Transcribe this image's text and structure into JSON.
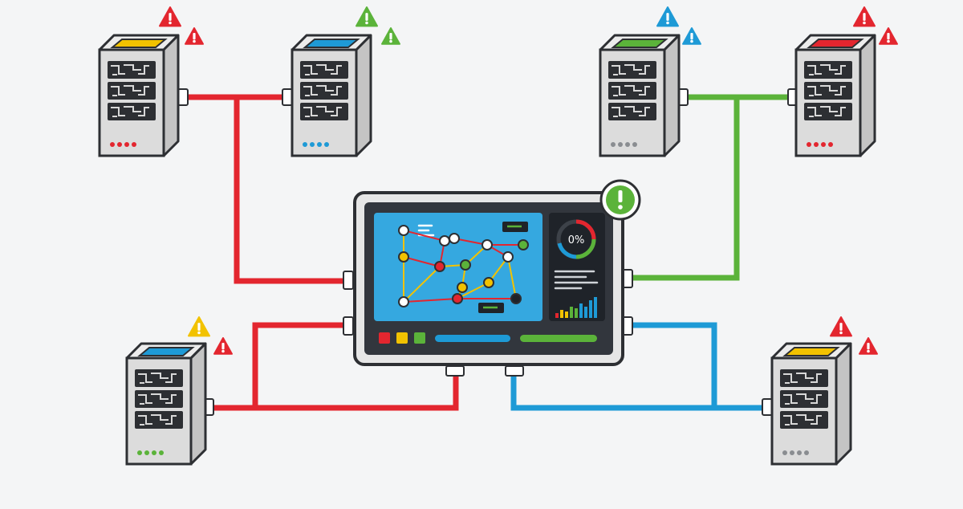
{
  "colors": {
    "background": "#f4f5f6",
    "outline": "#2d2f33",
    "server_body": "#dcdcdc",
    "server_side": "#c4c4c4",
    "red": "#e3262f",
    "green": "#5bb33a",
    "blue": "#1e9ad6",
    "yellow": "#f2c200",
    "screen_bg": "#32363d",
    "panel_blue": "#35a8e0",
    "panel_dark": "#1f2329"
  },
  "monitor": {
    "gauge_text": "0%",
    "badge_icon": "exclamation-icon",
    "badge_color": "green",
    "buttons": [
      "red",
      "yellow",
      "green"
    ],
    "bars": [
      "blue",
      "green"
    ]
  },
  "servers": [
    {
      "id": "top-left-1",
      "top_light": "yellow",
      "leds": "red",
      "alerts": [
        "red",
        "red"
      ]
    },
    {
      "id": "top-left-2",
      "top_light": "blue",
      "leds": "blue",
      "alerts": [
        "green",
        "green"
      ]
    },
    {
      "id": "top-right-1",
      "top_light": "green",
      "leds": "gray",
      "alerts": [
        "blue",
        "blue"
      ]
    },
    {
      "id": "top-right-2",
      "top_light": "red",
      "leds": "red",
      "alerts": [
        "red",
        "red"
      ]
    },
    {
      "id": "bottom-left",
      "top_light": "blue",
      "leds": "green",
      "alerts": [
        "yellow",
        "red"
      ]
    },
    {
      "id": "bottom-right",
      "top_light": "yellow",
      "leds": "gray",
      "alerts": [
        "red",
        "red"
      ]
    }
  ],
  "connections": [
    {
      "from": "top-left-1",
      "to": "monitor",
      "color": "red"
    },
    {
      "from": "top-left-2",
      "to": "monitor",
      "color": "red"
    },
    {
      "from": "top-right-1",
      "to": "monitor",
      "color": "green"
    },
    {
      "from": "top-right-2",
      "to": "monitor",
      "color": "green"
    },
    {
      "from": "bottom-left",
      "to": "monitor",
      "color": "red"
    },
    {
      "from": "bottom-right",
      "to": "monitor",
      "color": "blue"
    }
  ]
}
